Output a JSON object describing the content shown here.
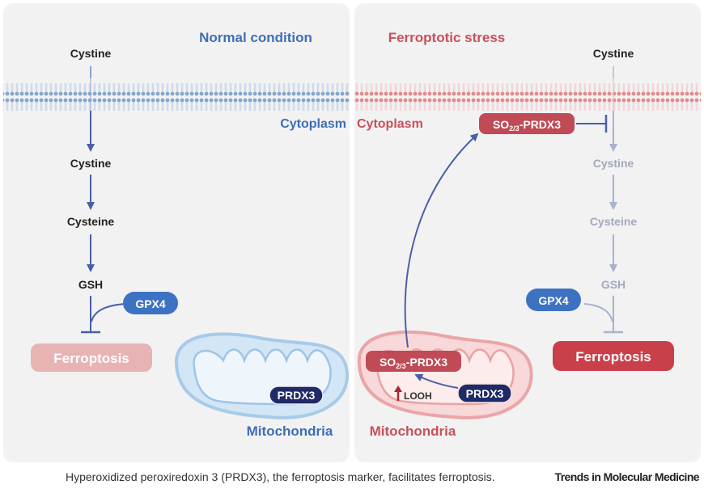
{
  "colors": {
    "normal_blue": "#3f6fb5",
    "stress_red": "#c8505a",
    "arrow_blue": "#4a5fa6",
    "faded": "#a3a9bb",
    "panel_bg": "#f2f2f3"
  },
  "left_panel": {
    "title": "Normal condition",
    "cystine_out": "Cystine",
    "cytoplasm": "Cytoplasm",
    "cystine_in": "Cystine",
    "cysteine": "Cysteine",
    "gsh": "GSH",
    "gpx4": "GPX4",
    "ferroptosis": "Ferroptosis",
    "prdx3": "PRDX3",
    "mitochondria": "Mitochondria"
  },
  "right_panel": {
    "title": "Ferroptotic stress",
    "cystine_out": "Cystine",
    "cytoplasm": "Cytoplasm",
    "so_prdx3_prefix": "SO",
    "so_prdx3_subscript": "2/3",
    "so_prdx3_suffix": "-PRDX3",
    "cystine_in": "Cystine",
    "cysteine": "Cysteine",
    "gsh": "GSH",
    "gpx4": "GPX4",
    "ferroptosis": "Ferroptosis",
    "mito_so_prefix": "SO",
    "mito_so_subscript": "2/3",
    "mito_so_suffix": "-PRDX3",
    "looh": "LOOH",
    "prdx3": "PRDX3",
    "mitochondria": "Mitochondria"
  },
  "caption": "Hyperoxidized peroxiredoxin 3 (PRDX3), the ferroptosis marker, facilitates ferroptosis.",
  "journal": "Trends in Molecular Medicine"
}
